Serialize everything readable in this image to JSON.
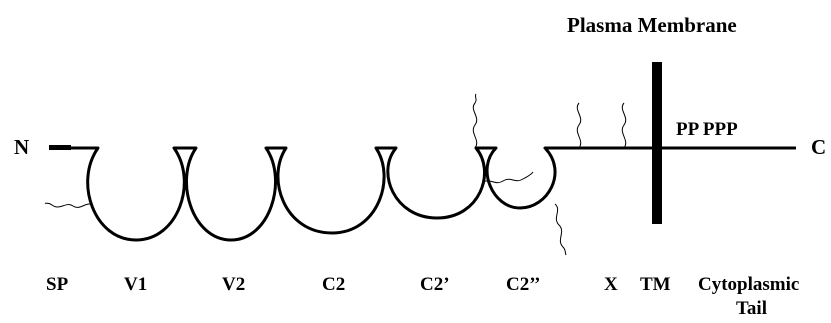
{
  "membrane_title": "Plasma Membrane",
  "terminal_n": "N",
  "terminal_c": "C",
  "tail_motif": "PP PPP",
  "domain_labels": {
    "sp": "SP",
    "v1": "V1",
    "v2": "V2",
    "c2": "C2",
    "c2_prime": "C2’",
    "c2_double_prime": "C2’’",
    "x": "X",
    "tm": "TM",
    "cyto_line1": "Cytoplasmic",
    "cyto_line2": "Tail"
  },
  "colors": {
    "ink": "#000000",
    "background": "#ffffff"
  }
}
